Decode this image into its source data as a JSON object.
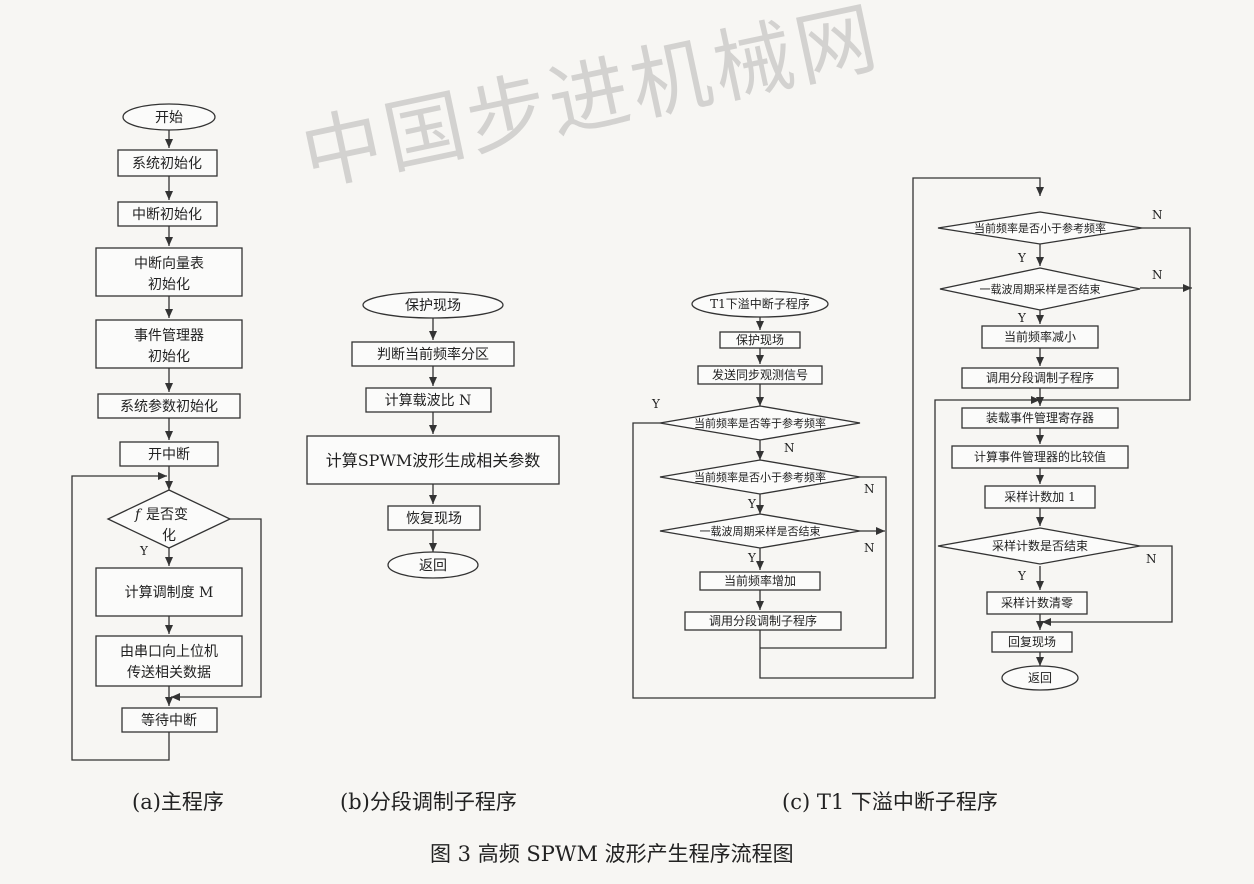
{
  "watermark": "中国步进机械网",
  "figure_title": "图 3 高频 SPWM 波形产生程序流程图",
  "captions": {
    "a": "(a)主程序",
    "b": "(b)分段调制子程序",
    "c": "(c) T1 下溢中断子程序"
  },
  "main": {
    "start": "开始",
    "sys_init": "系统初始化",
    "int_init": "中断初始化",
    "vec_init_1": "中断向量表",
    "vec_init_2": "初始化",
    "evt_init_1": "事件管理器",
    "evt_init_2": "初始化",
    "param_init": "系统参数初始化",
    "enable_int": "开中断",
    "decision_f": "f",
    "decision_1": "是否变",
    "decision_2": "化",
    "yes": "Y",
    "calc_m": "计算调制度 M",
    "send_1": "由串口向上位机",
    "send_2": "传送相关数据",
    "wait": "等待中断"
  },
  "seg": {
    "save": "保护现场",
    "judge": "判断当前频率分区",
    "calc_n": "计算载波比 N",
    "calc_params": "计算SPWM波形生成相关参数",
    "restore": "恢复现场",
    "ret": "返回"
  },
  "isr": {
    "title": "T1下溢中断子程序",
    "save": "保护现场",
    "send_sync": "发送同步观测信号",
    "eq_ref": "当前频率是否等于参考频率",
    "lt_ref_left": "当前频率是否小于参考频率",
    "carrier_left": "一载波周期采样是否结束",
    "inc": "当前频率增加",
    "call_left": "调用分段调制子程序",
    "lt_ref_right": "当前频率是否小于参考频率",
    "carrier_right": "一载波周期采样是否结束",
    "dec": "当前频率减小",
    "call_right": "调用分段调制子程序",
    "load": "装载事件管理寄存器",
    "compare": "计算事件管理器的比较值",
    "inc_count": "采样计数加 1",
    "count_done": "采样计数是否结束",
    "clear": "采样计数清零",
    "restore": "回复现场",
    "ret": "返回",
    "yes": "Y",
    "no": "N"
  }
}
